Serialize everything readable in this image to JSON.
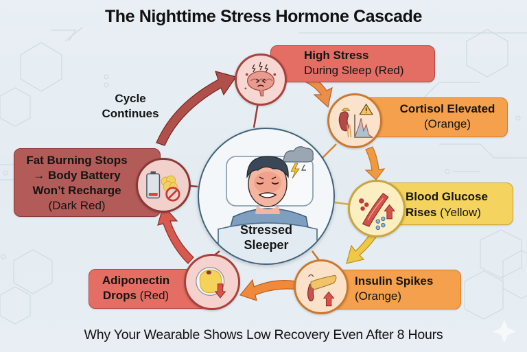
{
  "title": "The Nighttime Stress Hormone Cascade",
  "subtitle": "Why Your Wearable Shows Low Recovery Even After 8 Hours",
  "center": {
    "label_line1": "Stressed",
    "label_line2": "Sleeper",
    "icon": "stressed-sleeper-icon"
  },
  "cycle_label": {
    "line1": "Cycle",
    "line2": "Continues"
  },
  "colors": {
    "red": "#e46d64",
    "orange": "#f5a04c",
    "yellow": "#f4d35e",
    "dark_red": "#b35b58",
    "center_border": "#3f6379"
  },
  "steps": [
    {
      "id": "high-stress",
      "bold": "High Stress",
      "normal": "During Sleep (Red)",
      "color": "red",
      "icon": "stressed-brain-icon"
    },
    {
      "id": "cortisol",
      "bold": "Cortisol Elevated",
      "normal": "(Orange)",
      "color": "orange",
      "icon": "kidney-chart-warning-icon"
    },
    {
      "id": "glucose",
      "bold_line1": "Blood Glucose",
      "bold_line2": "Rises",
      "normal": "(Yellow)",
      "color": "yellow",
      "icon": "blood-vessel-glucose-icon"
    },
    {
      "id": "insulin",
      "bold": "Insulin Spikes",
      "normal": "(Orange)",
      "color": "orange",
      "icon": "pancreas-up-arrow-icon"
    },
    {
      "id": "adiponectin",
      "bold_line1": "Adiponectin",
      "bold_line2": "Drops",
      "normal": "(Red)",
      "color": "red",
      "icon": "fat-cell-down-arrow-icon"
    },
    {
      "id": "fat-burning",
      "bold_line1": "Fat Burning Stops",
      "bold_line2": "→ Body Battery",
      "bold_line3": "Won’t Recharge",
      "normal": "(Dark Red)",
      "color": "dark_red",
      "icon": "low-battery-fat-blocked-icon"
    }
  ]
}
